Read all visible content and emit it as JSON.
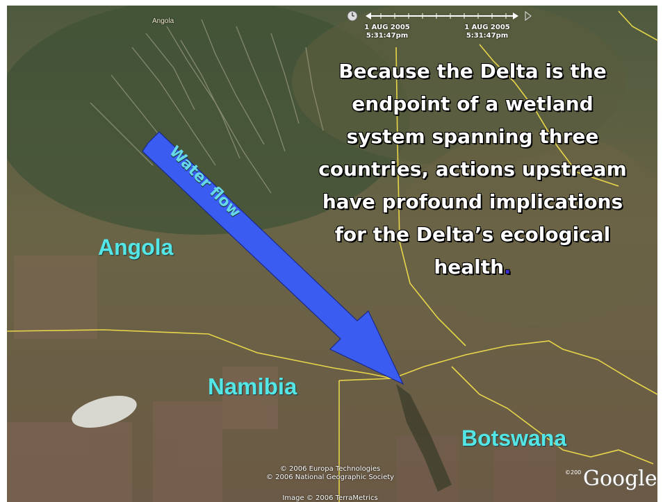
{
  "timeline": {
    "start_date": "1 AUG 2005",
    "start_time": "5:31:47pm",
    "end_date": "1 AUG 2005",
    "end_time": "5:31:47pm"
  },
  "labels": {
    "angola_small": "Angola",
    "angola": "Angola",
    "namibia": "Namibia",
    "botswana": "Botswana",
    "water_flow": "Water flow"
  },
  "caption": {
    "line1": "Because the Delta is the",
    "line2": "endpoint of a wetland",
    "line3": "system spanning three",
    "line4": "countries, actions upstream",
    "line5": "have profound implications",
    "line6": "for the Delta’s ecological",
    "line7": "health",
    "period": "."
  },
  "credits": {
    "line1": "© 2006 Europa Technologies",
    "line2": "© 2006 National Geographic Society",
    "line3": "Image © 2006 TerraMetrics"
  },
  "branding": {
    "copyright_small": "©200",
    "logo_text": "Google"
  },
  "colors": {
    "border": "#e8d64a",
    "arrow": "#3a5cf0",
    "country_label": "#54e6e6"
  }
}
